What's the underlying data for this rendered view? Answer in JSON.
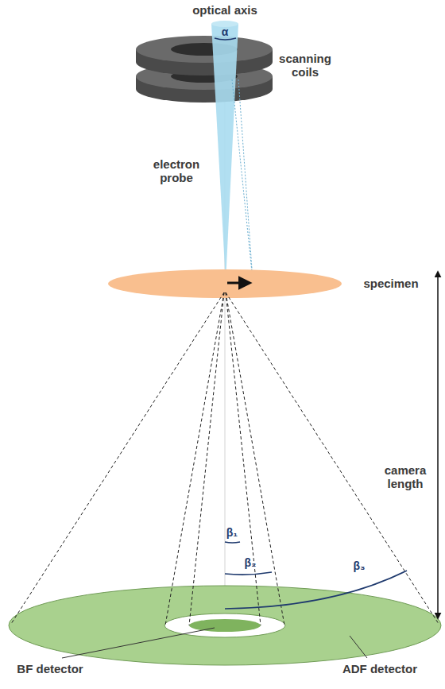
{
  "diagram": {
    "labels": [
      "optical axis",
      "α",
      "scanning coils",
      "electron probe",
      "specimen",
      "camera length",
      "β₁",
      "β₂",
      "β₃",
      "BF detector",
      "ADF detector"
    ]
  }
}
